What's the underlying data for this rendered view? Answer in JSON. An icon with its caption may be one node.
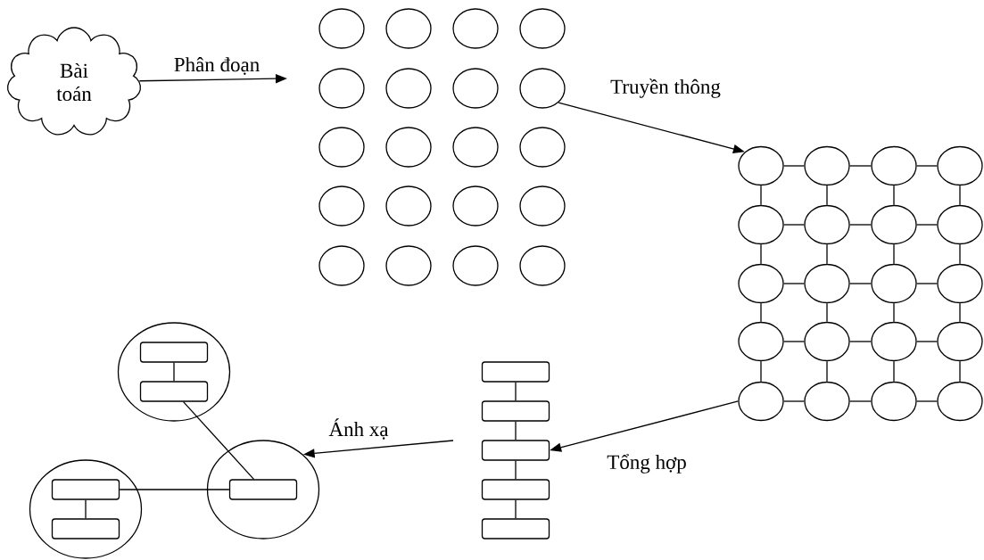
{
  "diagram": {
    "nodes": [
      {
        "text": [
          "Bài toán"
        ]
      },
      {
        "text": [],
        "shape": "circle"
      },
      {
        "text": [],
        "shape": "circle"
      },
      {
        "text": [],
        "shape": "circle"
      },
      {
        "text": [],
        "shape": "circle"
      },
      {
        "text": [],
        "shape": "circle"
      },
      {
        "text": [],
        "shape": "circle"
      },
      {
        "text": [],
        "shape": "circle"
      },
      {
        "text": [],
        "shape": "circle"
      },
      {
        "text": [],
        "shape": "circle"
      },
      {
        "text": [],
        "shape": "circle"
      },
      {
        "text": [],
        "shape": "circle"
      },
      {
        "text": [],
        "shape": "circle"
      },
      {
        "text": [],
        "shape": "circle"
      },
      {
        "text": [],
        "shape": "circle"
      },
      {
        "text": [],
        "shape": "circle"
      },
      {
        "text": [],
        "shape": "circle"
      },
      {
        "text": [],
        "shape": "circle"
      },
      {
        "text": [],
        "shape": "circle"
      },
      {
        "text": [],
        "shape": "circle"
      },
      {
        "text": [],
        "shape": "circle"
      },
      {
        "text": [],
        "shape": "circle"
      },
      {
        "text": [],
        "shape": "circle"
      },
      {
        "text": [],
        "shape": "circle"
      },
      {
        "text": [],
        "shape": "circle"
      },
      {
        "text": [],
        "shape": "circle"
      },
      {
        "text": [],
        "shape": "circle"
      },
      {
        "text": [],
        "shape": "circle"
      },
      {
        "text": [],
        "shape": "circle"
      },
      {
        "text": [],
        "shape": "circle"
      },
      {
        "text": [],
        "shape": "circle"
      },
      {
        "text": [],
        "shape": "circle"
      },
      {
        "text": [],
        "shape": "circle"
      },
      {
        "text": [],
        "shape": "circle"
      },
      {
        "text": [],
        "shape": "circle"
      },
      {
        "text": [],
        "shape": "circle"
      },
      {
        "text": [],
        "shape": "circle"
      },
      {
        "text": [],
        "shape": "circle"
      },
      {
        "text": [],
        "shape": "circle"
      },
      {
        "text": [],
        "shape": "circle"
      },
      {
        "text": [],
        "shape": "circle"
      },
      {
        "text": [],
        "shape": "box"
      },
      {
        "text": [],
        "shape": "box"
      },
      {
        "text": [],
        "shape": "box"
      },
      {
        "text": [],
        "shape": "box"
      },
      {
        "text": [],
        "shape": "box"
      },
      {
        "text": [],
        "shape": "circle"
      },
      {
        "text": [],
        "shape": "box",
        "in": 46
      },
      {
        "text": [],
        "shape": "box",
        "in": 46
      },
      {
        "text": [],
        "shape": "circle"
      },
      {
        "text": [],
        "shape": "box",
        "in": 49
      },
      {
        "text": [],
        "shape": "circle"
      },
      {
        "text": [],
        "shape": "box",
        "in": 51
      },
      {
        "text": [],
        "shape": "box",
        "in": 51
      }
    ],
    "edges": [
      {
        "from": 0,
        "to": null,
        "arrow": "to",
        "label": "Phân đoạn"
      },
      {
        "from": 8,
        "to": 21,
        "arrow": "to",
        "label": "Truyền thông"
      },
      {
        "from": 37,
        "to": 43,
        "arrow": "to",
        "label": "Tổng hợp"
      },
      {
        "from": null,
        "to": 49,
        "arrow": "to",
        "label": "Ánh xạ"
      },
      {
        "from": 21,
        "to": 22,
        "arrow": "none"
      },
      {
        "from": 22,
        "to": 23,
        "arrow": "none"
      },
      {
        "from": 23,
        "to": 24,
        "arrow": "none"
      },
      {
        "from": 25,
        "to": 26,
        "arrow": "none"
      },
      {
        "from": 26,
        "to": 27,
        "arrow": "none"
      },
      {
        "from": 27,
        "to": 28,
        "arrow": "none"
      },
      {
        "from": 29,
        "to": 30,
        "arrow": "none"
      },
      {
        "from": 30,
        "to": 31,
        "arrow": "none"
      },
      {
        "from": 31,
        "to": 32,
        "arrow": "none"
      },
      {
        "from": 33,
        "to": 34,
        "arrow": "none"
      },
      {
        "from": 34,
        "to": 35,
        "arrow": "none"
      },
      {
        "from": 35,
        "to": 36,
        "arrow": "none"
      },
      {
        "from": 37,
        "to": 38,
        "arrow": "none"
      },
      {
        "from": 38,
        "to": 39,
        "arrow": "none"
      },
      {
        "from": 39,
        "to": 40,
        "arrow": "none"
      },
      {
        "from": 21,
        "to": 25,
        "arrow": "none"
      },
      {
        "from": 22,
        "to": 26,
        "arrow": "none"
      },
      {
        "from": 23,
        "to": 27,
        "arrow": "none"
      },
      {
        "from": 24,
        "to": 28,
        "arrow": "none"
      },
      {
        "from": 25,
        "to": 29,
        "arrow": "none"
      },
      {
        "from": 26,
        "to": 30,
        "arrow": "none"
      },
      {
        "from": 27,
        "to": 31,
        "arrow": "none"
      },
      {
        "from": 28,
        "to": 32,
        "arrow": "none"
      },
      {
        "from": 29,
        "to": 33,
        "arrow": "none"
      },
      {
        "from": 30,
        "to": 34,
        "arrow": "none"
      },
      {
        "from": 31,
        "to": 35,
        "arrow": "none"
      },
      {
        "from": 32,
        "to": 36,
        "arrow": "none"
      },
      {
        "from": 33,
        "to": 37,
        "arrow": "none"
      },
      {
        "from": 34,
        "to": 38,
        "arrow": "none"
      },
      {
        "from": 35,
        "to": 39,
        "arrow": "none"
      },
      {
        "from": 36,
        "to": 40,
        "arrow": "none"
      },
      {
        "from": 41,
        "to": 42,
        "arrow": "none"
      },
      {
        "from": 42,
        "to": 43,
        "arrow": "none"
      },
      {
        "from": 43,
        "to": 44,
        "arrow": "none"
      },
      {
        "from": 44,
        "to": 45,
        "arrow": "none"
      },
      {
        "from": 47,
        "to": 48,
        "arrow": "none"
      },
      {
        "from": 52,
        "to": 53,
        "arrow": "none"
      },
      {
        "from": 48,
        "to": 50,
        "arrow": "none"
      },
      {
        "from": 52,
        "to": 50,
        "arrow": "none"
      }
    ]
  }
}
